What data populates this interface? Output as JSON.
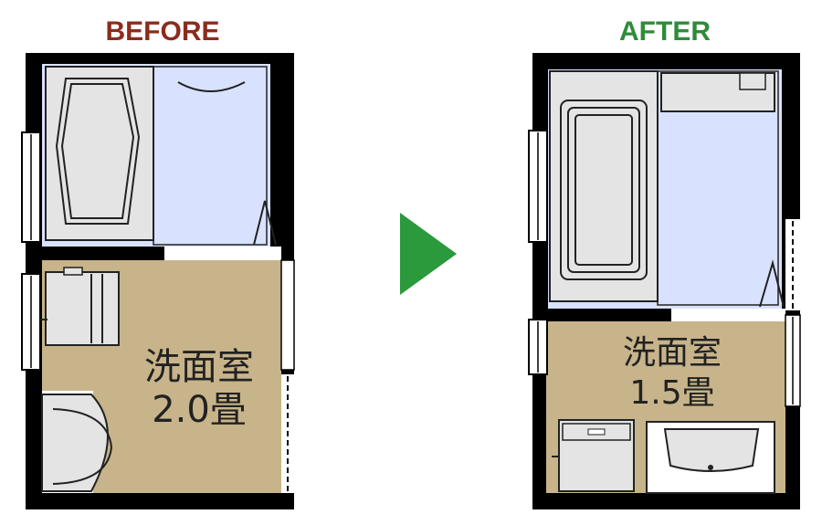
{
  "before": {
    "title": "BEFORE",
    "title_color": "#8B2C1C",
    "room_name": "洗面室",
    "room_size": "2.0畳"
  },
  "after": {
    "title": "AFTER",
    "title_color": "#2E8B3A",
    "room_name": "洗面室",
    "room_size": "1.5畳"
  },
  "arrow": {
    "icon": "play-arrow-icon",
    "color": "#2A9A3C"
  },
  "colors": {
    "wall": "#000000",
    "bath_floor": "#D8E2FF",
    "washroom_floor": "#C8B48A",
    "fixture_fill": "#E4E4E4",
    "fixture_line": "#222222"
  }
}
